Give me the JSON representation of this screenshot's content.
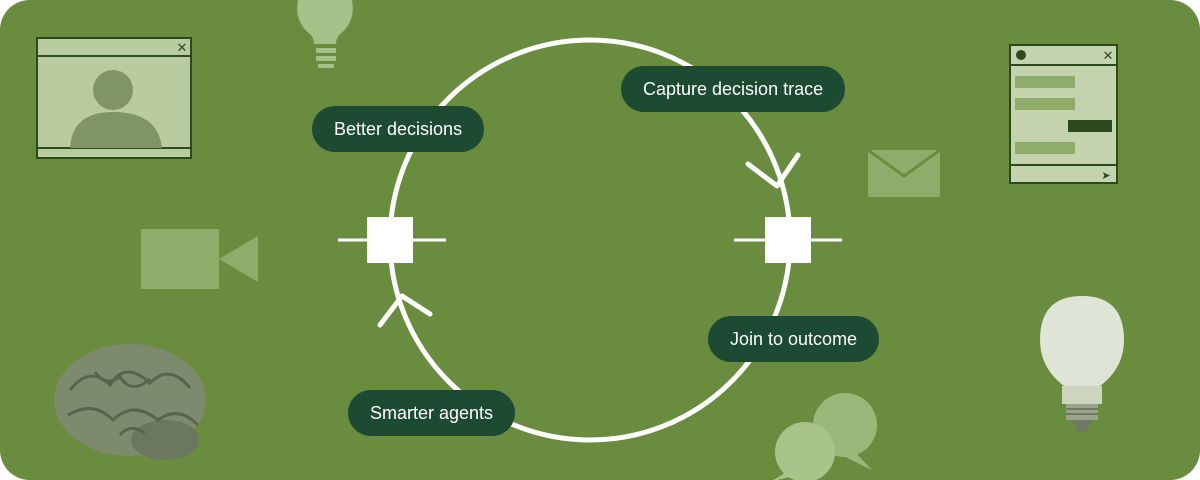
{
  "diagram": {
    "steps": [
      {
        "id": "capture",
        "label": "Capture decision trace"
      },
      {
        "id": "join",
        "label": "Join to outcome"
      },
      {
        "id": "agents",
        "label": "Smarter agents"
      },
      {
        "id": "decisions",
        "label": "Better decisions"
      }
    ],
    "edges": [
      {
        "from": "decisions",
        "to": "capture"
      },
      {
        "from": "capture",
        "to": "join"
      },
      {
        "from": "join",
        "to": "agents"
      },
      {
        "from": "agents",
        "to": "decisions"
      }
    ]
  },
  "decorations": {
    "icons": [
      "video-window-person-icon",
      "lightbulb-outline-icon",
      "chat-window-icon",
      "envelope-icon",
      "video-camera-icon",
      "brain-icon",
      "chat-bubbles-icon",
      "lightbulb-icon"
    ],
    "close_glyph": "✕",
    "send_glyph": "➤"
  },
  "colors": {
    "background": "#6a8c3f",
    "pill": "#1d4a32",
    "ring": "#ffffff",
    "faint_icon": "#9bb87b"
  }
}
